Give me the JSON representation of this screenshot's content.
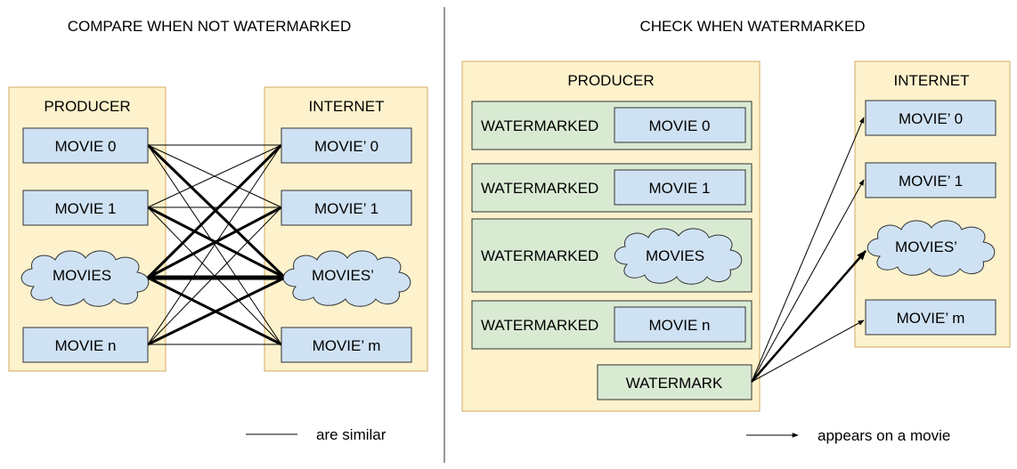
{
  "colors": {
    "container_fill": "#fdf2cc",
    "container_stroke": "#d5a960",
    "movie_fill": "#cfe2f3",
    "wm_fill": "#d9ead3",
    "line": "#000000"
  },
  "left": {
    "title": "COMPARE WHEN NOT WATERMARKED",
    "producer_label": "PRODUCER",
    "internet_label": "INTERNET",
    "producer_items": [
      "MOVIE 0",
      "MOVIE 1",
      "MOVIES",
      "MOVIE n"
    ],
    "internet_items": [
      "MOVIE’ 0",
      "MOVIE’ 1",
      "MOVIES’",
      "MOVIE’ m"
    ],
    "legend": "are similar"
  },
  "right": {
    "title": "CHECK WHEN WATERMARKED",
    "producer_label": "PRODUCER",
    "internet_label": "INTERNET",
    "watermarked_label": "WATERMARKED",
    "producer_items": [
      "MOVIE 0",
      "MOVIE 1",
      "MOVIES",
      "MOVIE n"
    ],
    "watermark_label": "WATERMARK",
    "internet_items": [
      "MOVIE’ 0",
      "MOVIE’ 1",
      "MOVIES’",
      "MOVIE’ m"
    ],
    "legend": "appears on a movie"
  }
}
